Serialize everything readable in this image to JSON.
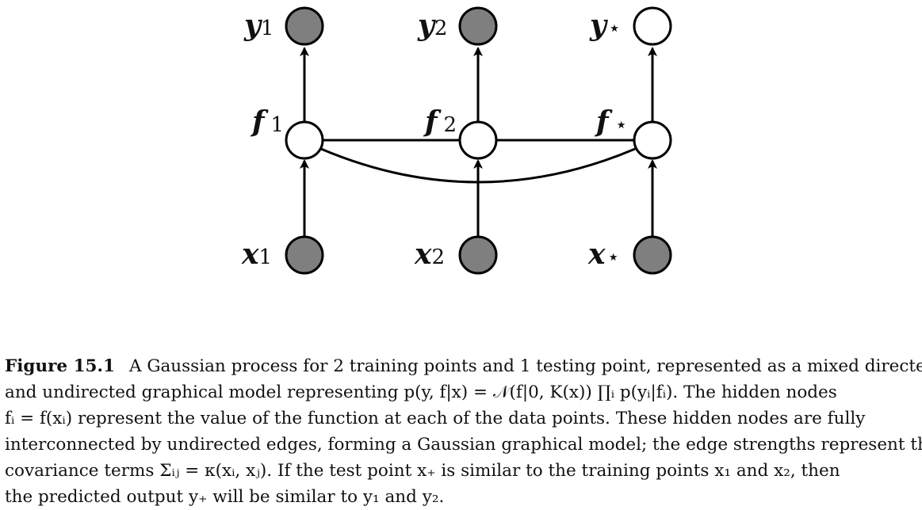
{
  "figure": {
    "nodes": {
      "y1": {
        "base": "y",
        "sub": "1",
        "observed": true
      },
      "y2": {
        "base": "y",
        "sub": "2",
        "observed": true
      },
      "ystar": {
        "base": "y",
        "sub": "⋆",
        "observed": false
      },
      "f1": {
        "base": "f",
        "sub": "1",
        "observed": false
      },
      "f2": {
        "base": "f",
        "sub": "2",
        "observed": false
      },
      "fstar": {
        "base": "f",
        "sub": "⋆",
        "observed": false
      },
      "x1": {
        "base": "x",
        "sub": "1",
        "observed": true
      },
      "x2": {
        "base": "x",
        "sub": "2",
        "observed": true
      },
      "xstar": {
        "base": "x",
        "sub": "⋆",
        "observed": true
      }
    },
    "colors": {
      "observed_fill": "#7f7f7f",
      "hidden_fill": "#ffffff",
      "stroke": "#000000"
    }
  },
  "caption": {
    "label": "Figure 15.1",
    "lines": [
      "A Gaussian process for 2 training points and 1 testing point, represented as a mixed directed",
      "and undirected graphical model representing p(y, f|x) = 𝒩(f|0, K(x)) ∏ᵢ p(yᵢ|fᵢ). The hidden nodes",
      "fᵢ = f(xᵢ) represent the value of the function at each of the data points. These hidden nodes are fully",
      "interconnected by undirected edges, forming a Gaussian graphical model; the edge strengths represent the",
      "covariance terms Σᵢⱼ = κ(xᵢ, xⱼ). If the test point x₊ is similar to the training points x₁ and x₂, then",
      "the predicted output y₊ will be similar to y₁ and y₂."
    ]
  }
}
